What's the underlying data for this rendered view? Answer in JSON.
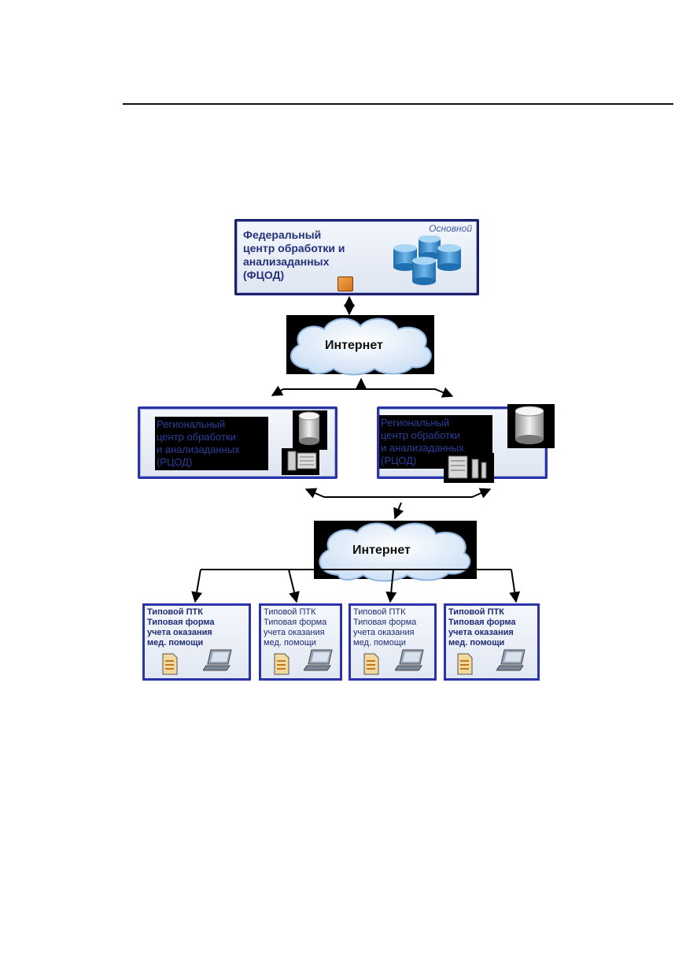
{
  "federal": {
    "title": "Федеральный\nцентр обработки и\nанализаданных\n(ФЦОД)",
    "badge": "Основной"
  },
  "internet_top": {
    "label": "Интернет"
  },
  "internet_bottom": {
    "label": "Интернет"
  },
  "regional": [
    {
      "title": "Региональный\nцентр обработки\nи анализаданных\n(РЦОД)"
    },
    {
      "title": "Региональный\nцентр обработки\nи анализаданных\n(РЦОД)"
    }
  ],
  "ptk": [
    {
      "title": "Типовой ПТК\nТиповая форма\nучета оказания\nмед. помощи"
    },
    {
      "title": "Типовой ПТК\nТиповая форма\nучета оказания\nмед. помощи"
    },
    {
      "title": "Типовой ПТК\nТиповая форма\nучета оказания\nмед. помощи"
    },
    {
      "title": "Типовой ПТК\nТиповая форма\nучета оказания\nмед. помощи"
    }
  ],
  "colors": {
    "border": "#2a34a8",
    "text": "#23307a",
    "cloud": "#e8f1fb",
    "db": "#2f86c8"
  },
  "icons": [
    "database-icon",
    "firewall-icon",
    "cloud-icon",
    "server-icon",
    "document-icon",
    "laptop-icon"
  ]
}
